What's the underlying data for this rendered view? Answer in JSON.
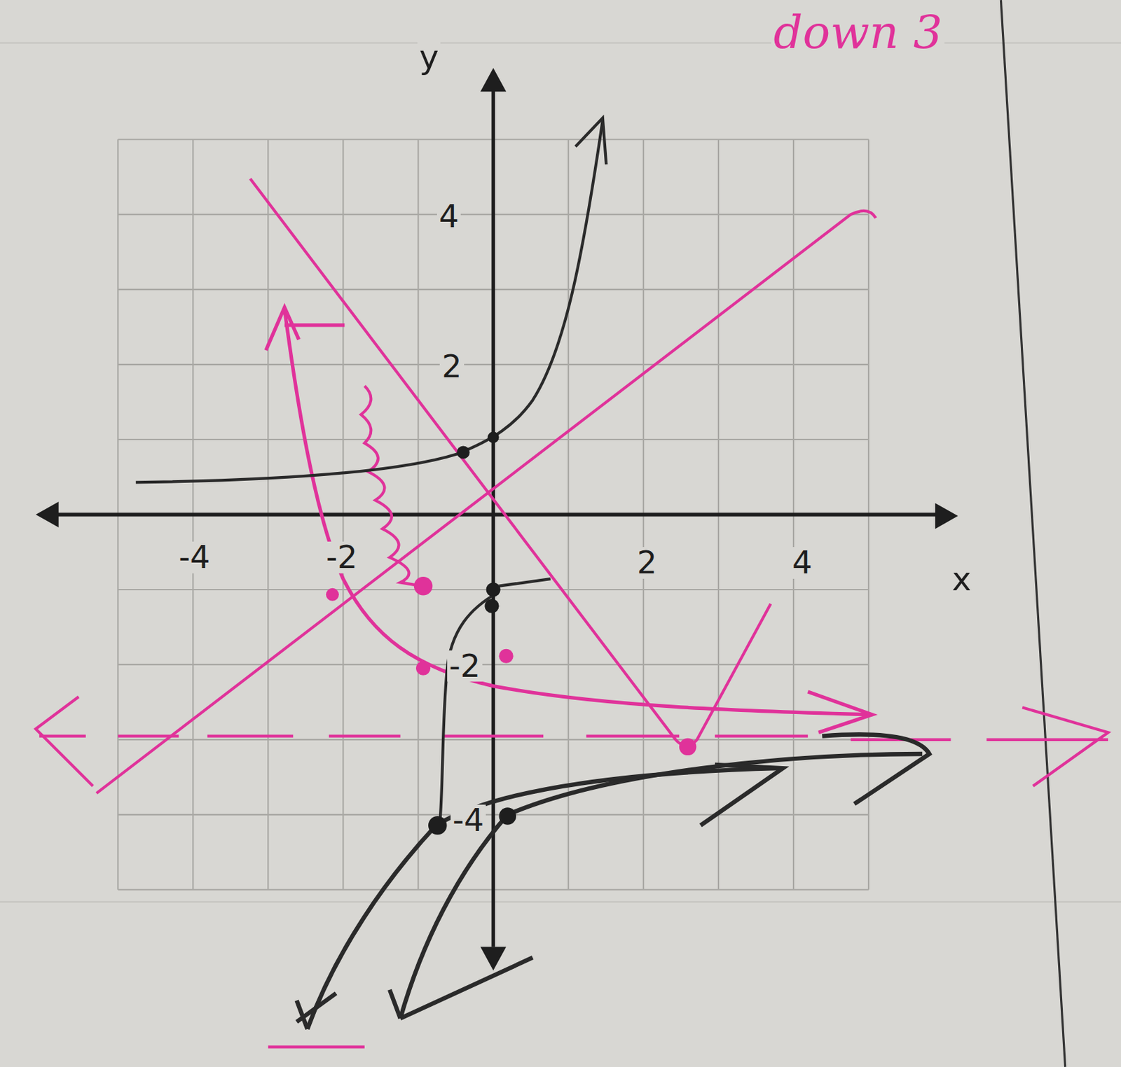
{
  "diagram": {
    "labels": [
      "down 3",
      "y",
      "4",
      "2",
      "-4",
      "-2",
      "2",
      "4",
      "x",
      "-2",
      "-4"
    ]
  }
}
